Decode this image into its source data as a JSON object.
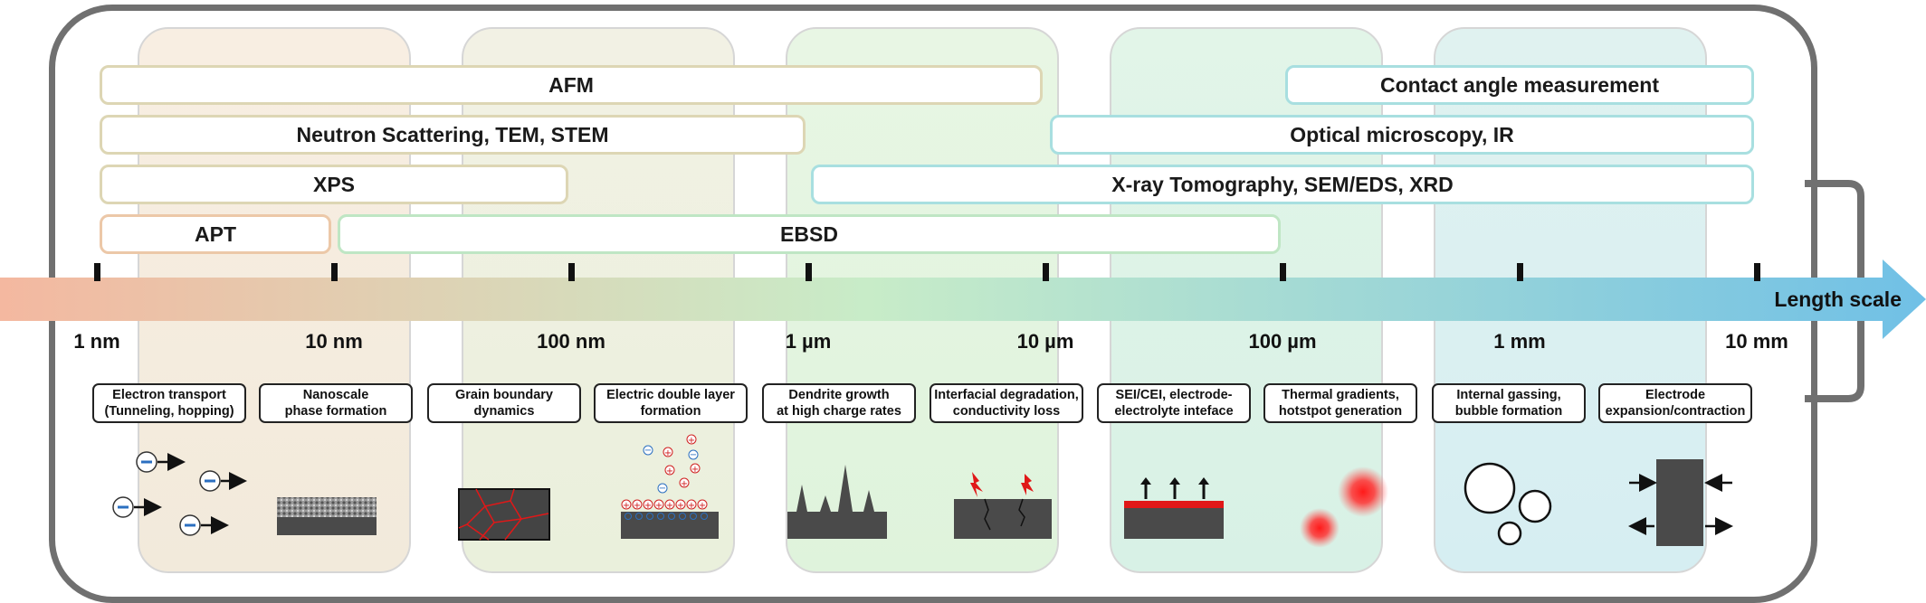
{
  "bars": {
    "afm": "AFM",
    "contact_angle": "Contact angle measurement",
    "neutron": "Neutron Scattering, TEM, STEM",
    "optical": "Optical microscopy, IR",
    "xps": "XPS",
    "xray": "X-ray Tomography, SEM/EDS, XRD",
    "apt": "APT",
    "ebsd": "EBSD"
  },
  "axis": {
    "title": "Length scale",
    "labels": [
      "1 nm",
      "10 nm",
      "100 nm",
      "1 µm",
      "10 µm",
      "100 µm",
      "1 mm",
      "10 mm"
    ]
  },
  "phenomena": [
    {
      "line1": "Electron transport",
      "line2": "(Tunneling, hopping)"
    },
    {
      "line1": "Nanoscale",
      "line2": "phase formation"
    },
    {
      "line1": "Grain boundary",
      "line2": "dynamics"
    },
    {
      "line1": "Electric double layer",
      "line2": "formation"
    },
    {
      "line1": "Dendrite growth",
      "line2": "at high charge rates"
    },
    {
      "line1": "Interfacial degradation,",
      "line2": "conductivity loss"
    },
    {
      "line1": "SEI/CEI, electrode-",
      "line2": "electrolyte inteface"
    },
    {
      "line1": "Thermal gradients,",
      "line2": "hotstpot generation"
    },
    {
      "line1": "Internal gassing,",
      "line2": "bubble formation"
    },
    {
      "line1": "Electrode",
      "line2": "expansion/contraction"
    }
  ],
  "colors": {
    "frame": "#707070",
    "warm_border": "#ecc8a8",
    "tan_border": "#ddd6b4",
    "green_border": "#bfe6c4",
    "teal_border": "#a8dfe0",
    "arrow_start": "#f4b8a0",
    "arrow_mid": "#c8ecc8",
    "arrow_end": "#70c0e6",
    "heat": "#ff1a1a"
  }
}
